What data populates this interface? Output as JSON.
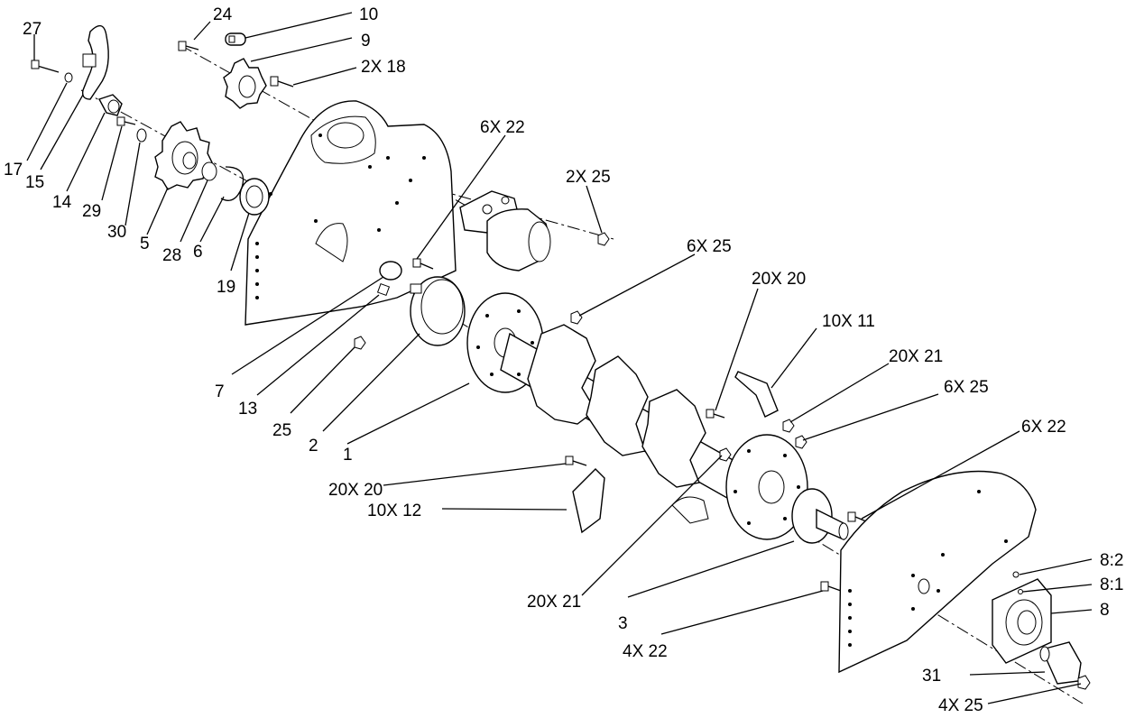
{
  "callouts": [
    "27",
    "24",
    "10",
    "9",
    "2X 18",
    "17",
    "15",
    "14",
    "29",
    "30",
    "5",
    "28",
    "6",
    "19",
    "6X 22",
    "2X 25",
    "6X 25",
    "20X 20",
    "10X 11",
    "20X 21",
    "6X 25",
    "6X 22",
    "7",
    "13",
    "25",
    "2",
    "1",
    "20X 20",
    "10X 12",
    "20X 21",
    "3",
    "4X 22",
    "8:2",
    "8:1",
    "8",
    "31",
    "4X 25"
  ]
}
